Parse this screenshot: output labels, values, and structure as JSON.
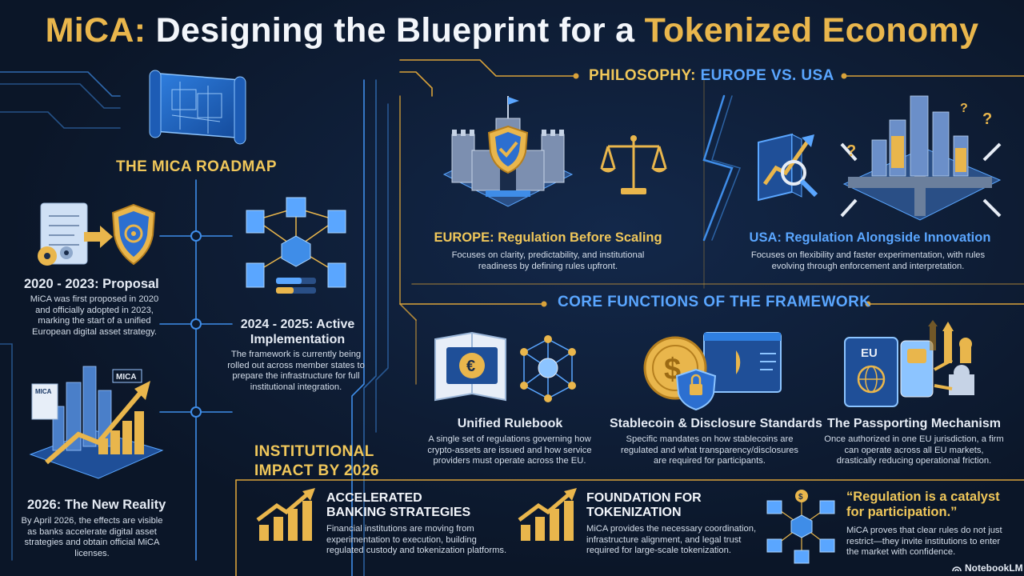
{
  "header": {
    "title_part1": "MiCA:",
    "title_part2": "Designing the Blueprint for a",
    "title_part3": "Tokenized Economy"
  },
  "roadmap": {
    "heading": "THE MICA ROADMAP",
    "phases": [
      {
        "title": "2020 - 2023: Proposal",
        "desc": "MiCA was first proposed in 2020 and officially adopted in 2023, marking the start of a unified European digital asset strategy."
      },
      {
        "title": "2024 - 2025: Active Implementation",
        "desc": "The framework is currently being rolled out across member states to prepare the infrastructure for full institutional integration."
      },
      {
        "title": "2026: The New Reality",
        "desc": "By April 2026, the effects are visible as banks accelerate digital asset strategies and obtain official MiCA licenses."
      }
    ],
    "sign_label": "MICA",
    "doc_label": "MICA"
  },
  "philosophy": {
    "heading_part1": "PHILOSOPHY:",
    "heading_part2": "EUROPE VS. USA",
    "europe": {
      "title": "EUROPE: Regulation Before Scaling",
      "desc": "Focuses on clarity, predictability, and institutional readiness by defining rules upfront."
    },
    "usa": {
      "title": "USA: Regulation Alongside Innovation",
      "desc": "Focuses on flexibility and faster experimentation, with rules evolving through enforcement and interpretation."
    }
  },
  "core": {
    "heading": "CORE FUNCTIONS OF THE FRAMEWORK",
    "items": [
      {
        "title": "Unified Rulebook",
        "desc": "A single set of regulations governing how crypto-assets are issued and how service providers must operate across the EU."
      },
      {
        "title": "Stablecoin & Disclosure Standards",
        "desc": "Specific mandates on how stablecoins are regulated and what transparency/disclosures are required for participants."
      },
      {
        "title": "The Passporting Mechanism",
        "desc": "Once authorized in one EU jurisdiction, a firm can operate across all EU markets, drastically reducing operational friction."
      }
    ],
    "passport_label": "EU"
  },
  "impact": {
    "heading_line1": "INSTITUTIONAL",
    "heading_line2": "IMPACT BY 2026",
    "items": [
      {
        "title_line1": "ACCELERATED",
        "title_line2": "BANKING STRATEGIES",
        "desc": "Financial institutions are moving from experimentation to execution, building regulated custody and tokenization platforms."
      },
      {
        "title_line1": "FOUNDATION FOR",
        "title_line2": "TOKENIZATION",
        "desc": "MiCA provides the necessary coordination, infrastructure alignment, and legal trust required for large-scale tokenization."
      }
    ],
    "quote_line1": "“Regulation is a catalyst",
    "quote_line2": "for participation.”",
    "quote_desc": "MiCA proves that clear rules do not just restrict—they invite institutions to enter the market with confidence."
  },
  "brand": {
    "name": "NotebookLM"
  },
  "colors": {
    "background": "#0d1a2e",
    "accent_gold": "#e9b64c",
    "accent_blue": "#5aa6ff",
    "circuit_gold": "#d9a23a",
    "circuit_blue": "#3f8de8"
  }
}
